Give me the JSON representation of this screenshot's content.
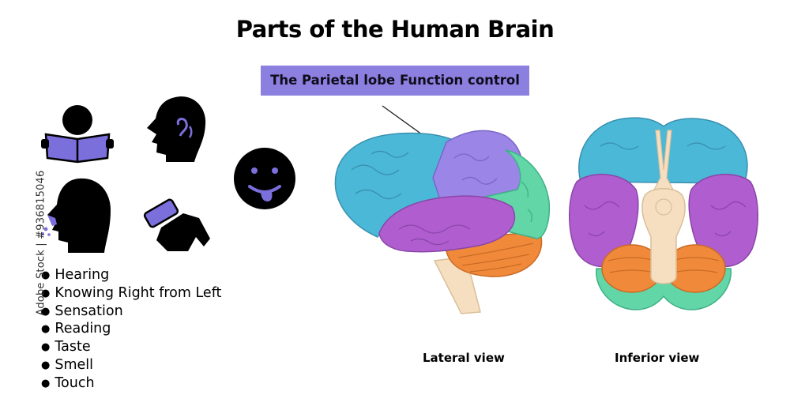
{
  "title": "Parts of the Human Brain",
  "callout": "The Parietal lobe Function control",
  "features": [
    "Hearing",
    "Knowing Right from Left",
    "Sensation",
    "Reading",
    "Taste",
    "Smell",
    "Touch"
  ],
  "views": {
    "lateral": "Lateral view",
    "inferior": "Inferior view"
  },
  "side_credit": "Adobe Stock | #936815046",
  "icons": [
    "reading-icon",
    "hearing-icon",
    "taste-icon",
    "smell-icon",
    "touch-icon"
  ],
  "colors": {
    "frontal": "#4ab8d6",
    "parietal": "#9b86e8",
    "temporal": "#b05ecf",
    "occipital": "#63d6a8",
    "cerebellum": "#f08a3a",
    "brainstem": "#f5dfc0",
    "accent": "#8b80e0"
  }
}
